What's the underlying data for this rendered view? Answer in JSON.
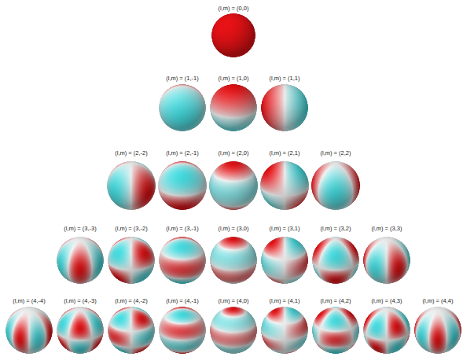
{
  "diagram": {
    "nodes": [
      {
        "text": [
          "(l,m) = (0,0)"
        ]
      },
      {
        "text": [
          "(l,m) = (1,-1)"
        ]
      },
      {
        "text": [
          "(l,m) = (1,0)"
        ]
      },
      {
        "text": [
          "(l,m) = (1,1)"
        ]
      },
      {
        "text": [
          "(l,m) = (2,-2)"
        ]
      },
      {
        "text": [
          "(l,m) = (2,-1)"
        ]
      },
      {
        "text": [
          "(l,m) = (2,0)"
        ]
      },
      {
        "text": [
          "(l,m) = (2,1)"
        ]
      },
      {
        "text": [
          "(l,m) = (2,2)"
        ]
      },
      {
        "text": [
          "(l,m) = (3,-3)"
        ]
      },
      {
        "text": [
          "(l,m) = (3,-2)"
        ]
      },
      {
        "text": [
          "(l,m) = (3,-1)"
        ]
      },
      {
        "text": [
          "(l,m) = (3,0)"
        ]
      },
      {
        "text": [
          "(l,m) = (3,1)"
        ]
      },
      {
        "text": [
          "(l,m) = (3,2)"
        ]
      },
      {
        "text": [
          "(l,m) = (3,3)"
        ]
      },
      {
        "text": [
          "(l,m) = (4,-4)"
        ]
      },
      {
        "text": [
          "(l,m) = (4,-3)"
        ]
      },
      {
        "text": [
          "(l,m) = (4,-2)"
        ]
      },
      {
        "text": [
          "(l,m) = (4,-1)"
        ]
      },
      {
        "text": [
          "(l,m) = (4,0)"
        ]
      },
      {
        "text": [
          "(l,m) = (4,1)"
        ]
      },
      {
        "text": [
          "(l,m) = (4,2)"
        ]
      },
      {
        "text": [
          "(l,m) = (4,3)"
        ]
      },
      {
        "text": [
          "(l,m) = (4,4)"
        ]
      }
    ]
  }
}
